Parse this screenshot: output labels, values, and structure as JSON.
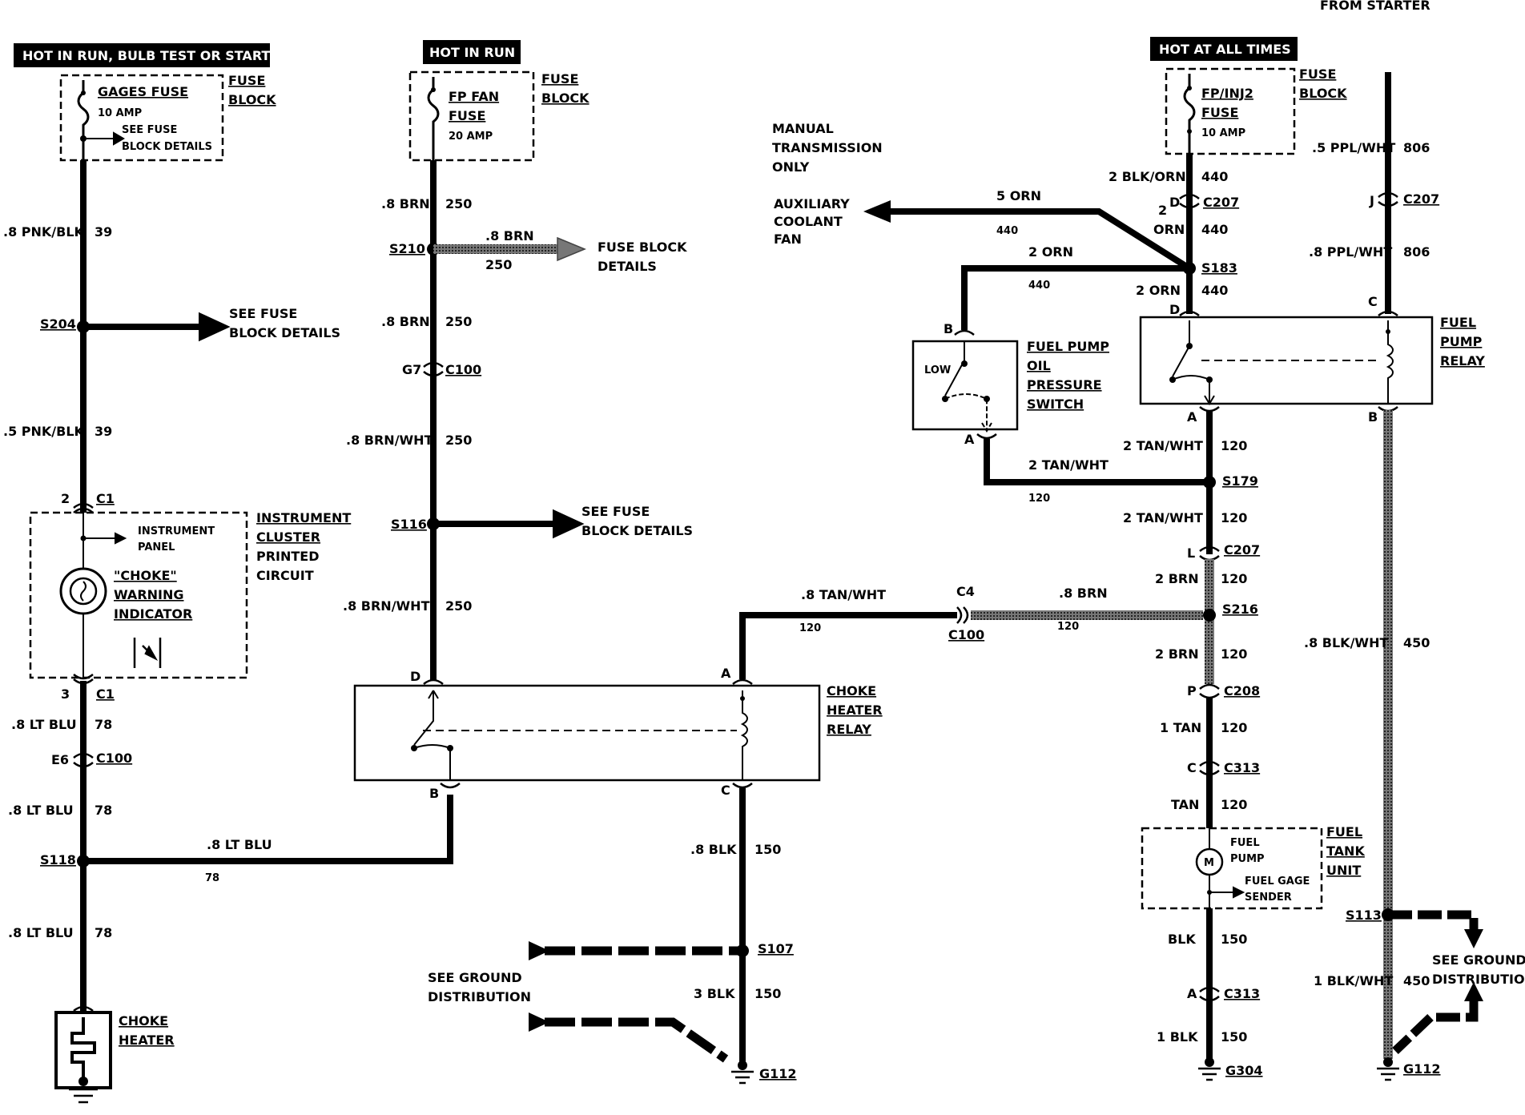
{
  "header": {
    "from_starter": "FROM STARTER",
    "hot_run_bulb": "HOT IN RUN, BULB TEST OR START",
    "hot_run": "HOT IN RUN",
    "hot_all_times": "HOT AT ALL TIMES"
  },
  "col1": {
    "fuse_block_1": "FUSE",
    "fuse_block_2": "BLOCK",
    "fuse_name": "GAGES FUSE",
    "fuse_amp": "10 AMP",
    "see_fuse_1": "SEE FUSE",
    "see_fuse_2": "BLOCK DETAILS",
    "w1_color": ".8 PNK/BLK",
    "w1_num": "39",
    "splice1": "S204",
    "see1_1": "SEE FUSE",
    "see1_2": "BLOCK DETAILS",
    "w2_color": ".5 PNK/BLK",
    "w2_num": "39",
    "pin_top": "2",
    "conn_top": "C1",
    "panel_1": "INSTRUMENT",
    "panel_2": "PANEL",
    "choke_1": "\"CHOKE\"",
    "choke_2": "WARNING",
    "choke_3": "INDICATOR",
    "cluster_1": "INSTRUMENT",
    "cluster_2": "CLUSTER",
    "cluster_3": "PRINTED",
    "cluster_4": "CIRCUIT",
    "pin_bot": "3",
    "conn_bot": "C1",
    "w3_color": ".8 LT BLU",
    "w3_num": "78",
    "pin_e6": "E6",
    "conn_c100": "C100",
    "w4_color": ".8 LT BLU",
    "w4_num": "78",
    "splice2": "S118",
    "w5_color": ".8 LT BLU",
    "w5_num": "78",
    "heater_1": "CHOKE",
    "heater_2": "HEATER",
    "h_color": ".8 LT BLU",
    "h_num": "78"
  },
  "col2": {
    "fuse_block_1": "FUSE",
    "fuse_block_2": "BLOCK",
    "fuse_1": "FP FAN",
    "fuse_2": "FUSE",
    "fuse_amp": "20 AMP",
    "w1_color": ".8 BRN",
    "w1_num": "250",
    "splice1": "S210",
    "br_color": ".8 BRN",
    "br_num": "250",
    "fbd_1": "FUSE BLOCK",
    "fbd_2": "DETAILS",
    "w2_color": ".8 BRN",
    "w2_num": "250",
    "pin_g7": "G7",
    "conn_c100": "C100",
    "w3_color": ".8 BRN/WHT",
    "w3_num": "250",
    "splice2": "S116",
    "see_1": "SEE FUSE",
    "see_2": "BLOCK DETAILS",
    "w4_color": ".8 BRN/WHT",
    "w4_num": "250",
    "pin_d": "D",
    "pin_b": "B",
    "pin_a": "A",
    "pin_c": "C",
    "relay_1": "CHOKE",
    "relay_2": "HEATER",
    "relay_3": "RELAY",
    "link_color": ".8 TAN/WHT",
    "link_num": "120",
    "c4": "C4",
    "c4_conn": "C100",
    "link2_color": ".8 BRN",
    "link2_num": "120",
    "w5_color": ".8 BLK",
    "w5_num": "150",
    "splice3": "S107",
    "see_gnd_1": "SEE GROUND",
    "see_gnd_2": "DISTRIBUTION",
    "w6_color": "3 BLK",
    "w6_num": "150",
    "ground": "G112"
  },
  "col3": {
    "manual_1": "MANUAL",
    "manual_2": "TRANSMISSION",
    "manual_3": "ONLY",
    "aux_1": "AUXILIARY",
    "aux_2": "COOLANT",
    "aux_3": "FAN",
    "aux_color": "5 ORN",
    "aux_num": "440",
    "fuse_block_1": "FUSE",
    "fuse_block_2": "BLOCK",
    "fuse_1": "FP/INJ2",
    "fuse_2": "FUSE",
    "fuse_amp": "10 AMP",
    "w1_color": "2 BLK/ORN",
    "w1_num": "440",
    "pin_d": "D",
    "conn_c207": "C207",
    "w2_color_a": "2",
    "w2_color_b": "ORN",
    "w2_num": "440",
    "splice1": "S183",
    "sw_color": "2 ORN",
    "sw_num": "440",
    "w3_color": "2 ORN",
    "w3_num": "440",
    "sw_pin_b": "B",
    "sw_low": "LOW",
    "sw_1": "FUEL PUMP",
    "sw_2": "OIL",
    "sw_3": "PRESSURE",
    "sw_4": "SWITCH",
    "sw_pin_a": "A",
    "relay_pin_d": "D",
    "relay_pin_c": "C",
    "relay_pin_a": "A",
    "relay_pin_b": "B",
    "relay_1": "FUEL",
    "relay_2": "PUMP",
    "relay_3": "RELAY",
    "w4_color": "2 TAN/WHT",
    "w4_num": "120",
    "sw_ret_color": "2 TAN/WHT",
    "sw_ret_num": "120",
    "splice2": "S179",
    "w5_color": "2 TAN/WHT",
    "w5_num": "120",
    "pin_l": "L",
    "conn_c207b": "C207",
    "w6_color": "2 BRN",
    "w6_num": "120",
    "splice3": "S216",
    "w7_color": "2 BRN",
    "w7_num": "120",
    "pin_p": "P",
    "conn_c208": "C208",
    "w8_color": "1 TAN",
    "w8_num": "120",
    "pin_c": "C",
    "conn_c313": "C313",
    "w9_color": "TAN",
    "w9_num": "120",
    "unit_m": "M",
    "unit_pump_1": "FUEL",
    "unit_pump_2": "PUMP",
    "unit_gage_1": "FUEL GAGE",
    "unit_gage_2": "SENDER",
    "unit_1": "FUEL",
    "unit_2": "TANK",
    "unit_3": "UNIT",
    "w10_color": "BLK",
    "w10_num": "150",
    "pin_a2": "A",
    "conn_c313b": "C313",
    "w11_color": "1 BLK",
    "w11_num": "150",
    "ground": "G304"
  },
  "col4": {
    "w1_color": ".5 PPL/WHT",
    "w1_num": "806",
    "pin_j": "J",
    "conn_c207": "C207",
    "w2_color": ".8 PPL/WHT",
    "w2_num": "806",
    "w3_color": ".8 BLK/WHT",
    "w3_num": "450",
    "splice": "S113",
    "see_gnd_1": "SEE GROUND",
    "see_gnd_2": "DISTRIBUTION",
    "w4_color": "1 BLK/WHT",
    "w4_num": "450",
    "ground": "G112"
  }
}
